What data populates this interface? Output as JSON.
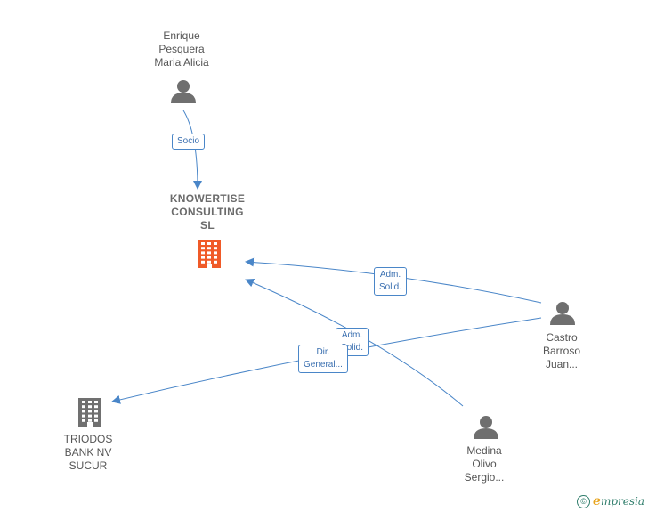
{
  "nodes": {
    "enrique": {
      "label": [
        "Enrique",
        "Pesquera",
        "Maria Alicia"
      ],
      "kind": "person"
    },
    "knowertise": {
      "label": [
        "KNOWERTISE",
        "CONSULTING",
        "SL"
      ],
      "kind": "company-main"
    },
    "castro": {
      "label": [
        "Castro",
        "Barroso",
        "Juan..."
      ],
      "kind": "person"
    },
    "medina": {
      "label": [
        "Medina",
        "Olivo",
        "Sergio..."
      ],
      "kind": "person"
    },
    "triodos": {
      "label": [
        "TRIODOS",
        "BANK NV",
        "SUCUR"
      ],
      "kind": "company"
    }
  },
  "edges": [
    {
      "from": "enrique",
      "to": "knowertise",
      "label": [
        "Socio"
      ]
    },
    {
      "from": "castro",
      "to": "knowertise",
      "label": [
        "Adm.",
        "Solid."
      ]
    },
    {
      "from": "medina",
      "to": "knowertise",
      "label": [
        "Adm.",
        "Solid."
      ]
    },
    {
      "from": "castro",
      "to": "triodos",
      "label": [
        "Dir.",
        "General..."
      ]
    }
  ],
  "colors": {
    "edge": "#4a86c8",
    "person_icon": "#6f6f6f",
    "company_main_icon": "#f05a28",
    "company_icon": "#707070"
  },
  "footer": {
    "copyright_symbol": "©",
    "brand_initial": "e",
    "brand_rest": "mpresia"
  }
}
